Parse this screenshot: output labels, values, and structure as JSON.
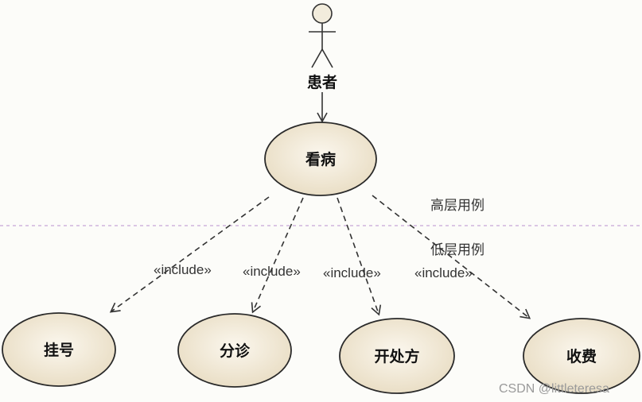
{
  "actor": {
    "label": "患者"
  },
  "levels": {
    "high_label": "高层用例",
    "low_label": "低层用例"
  },
  "use_cases": {
    "top": "看病",
    "bottom": [
      "挂号",
      "分诊",
      "开处方",
      "收费"
    ]
  },
  "relationships": {
    "include_label": "«include»"
  },
  "watermark": "CSDN @littleteresa",
  "colors": {
    "use_case_fill": "#efe6d2",
    "use_case_stroke": "#2a2a2a",
    "divider": "#c7a6d8",
    "actor_head_fill": "#f2ecdc"
  }
}
